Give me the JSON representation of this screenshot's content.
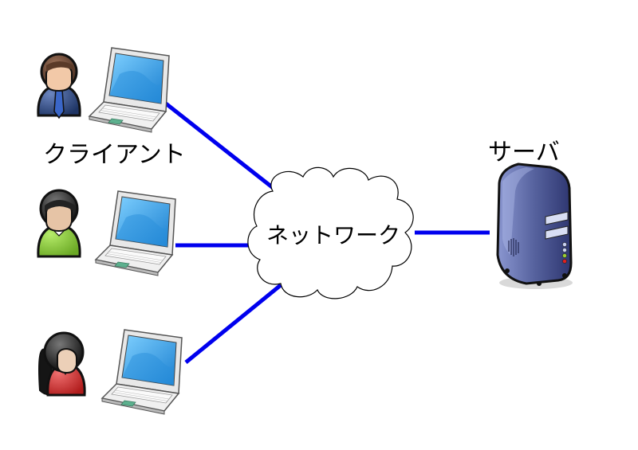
{
  "diagram": {
    "clients_label": "クライアント",
    "network_label": "ネットワーク",
    "server_label": "サーバ",
    "clients": [
      {
        "name": "man-in-suit",
        "hair": "brown",
        "shirt": "navy"
      },
      {
        "name": "boy",
        "hair": "black",
        "shirt": "green"
      },
      {
        "name": "woman",
        "hair": "black",
        "shirt": "red"
      }
    ],
    "colors": {
      "link": "#0000ee",
      "cloud_fill": "#ffffff",
      "cloud_stroke": "#000000",
      "server_body": "#4a5894",
      "laptop_screen": "#3aa0e8",
      "touchpad": "#5cb08e"
    }
  }
}
